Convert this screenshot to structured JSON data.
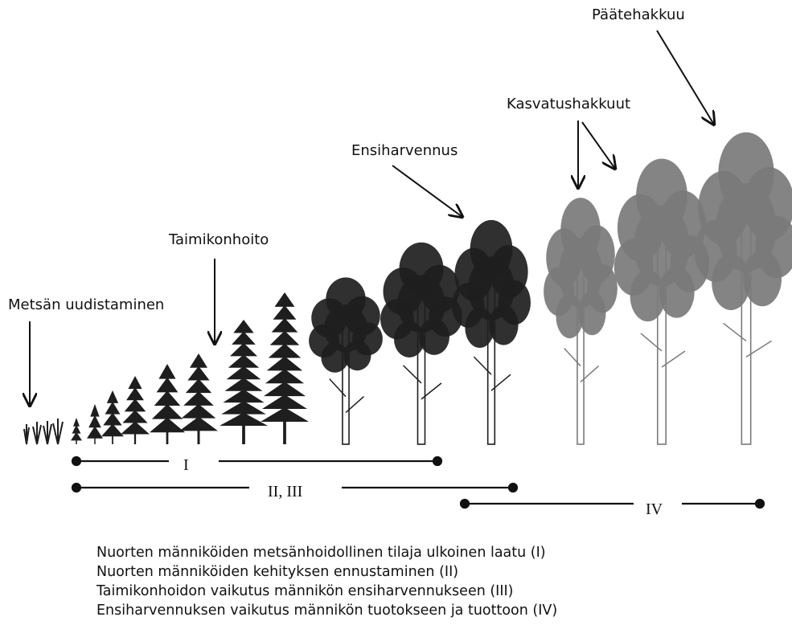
{
  "stage_labels": [
    {
      "id": "regeneration",
      "text": "Metsän uudistaminen"
    },
    {
      "id": "tending",
      "text": "Taimikonhoito"
    },
    {
      "id": "first-thinning",
      "text": "Ensiharvennus"
    },
    {
      "id": "intermediate-cuttings",
      "text": "Kasvatushakkuut"
    },
    {
      "id": "final-felling",
      "text": "Päätehakkuu"
    }
  ],
  "ranges": [
    {
      "id": "range-i",
      "label": "I"
    },
    {
      "id": "range-ii-iii",
      "label": "II, III"
    },
    {
      "id": "range-iv",
      "label": "IV"
    }
  ],
  "legend": [
    "Nuorten männiköiden metsänhoidollinen tilaja ulkoinen laatu (I)",
    "Nuorten männiköiden kehityksen ennustaminen (II)",
    "Taimikonhoidon vaikutus männikön ensiharvennukseen (III)",
    "Ensiharvennuksen vaikutus männikön tuotokseen ja tuottoon (IV)"
  ],
  "colors": {
    "ink": "#111111",
    "young_tree": "#1e1e1e",
    "mature_tree": "#7a7a7a"
  }
}
